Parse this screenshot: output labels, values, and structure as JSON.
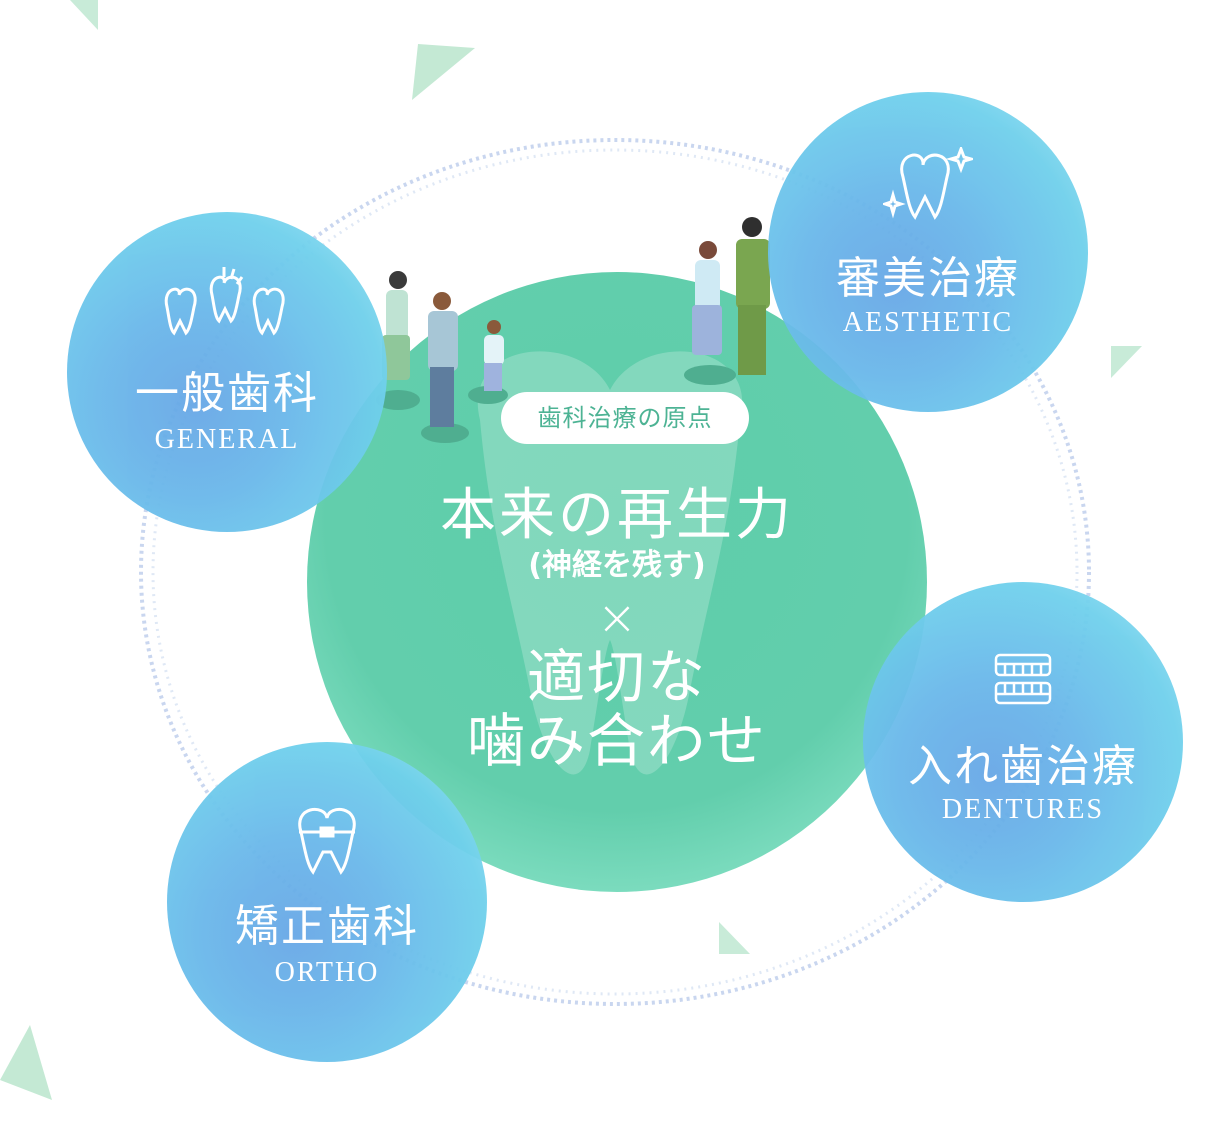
{
  "center": {
    "badge": "歯科治療の原点",
    "line1": "本来の再生力",
    "line2": "(神経を残す)",
    "times": "×",
    "line3": "適切な",
    "line4": "噛み合わせ"
  },
  "services": [
    {
      "ja": "一般歯科",
      "en": "GENERAL",
      "icon": "three-teeth-icon"
    },
    {
      "ja": "審美治療",
      "en": "AESTHETIC",
      "icon": "sparkle-tooth-icon"
    },
    {
      "ja": "入れ歯治療",
      "en": "DENTURES",
      "icon": "denture-icon"
    },
    {
      "ja": "矯正歯科",
      "en": "ORTHO",
      "icon": "braces-tooth-icon"
    }
  ],
  "colors": {
    "green": "#5ecdaa",
    "blue": "#68a7e6",
    "cyan": "#6fd0ec",
    "badge_text": "#4db394"
  }
}
